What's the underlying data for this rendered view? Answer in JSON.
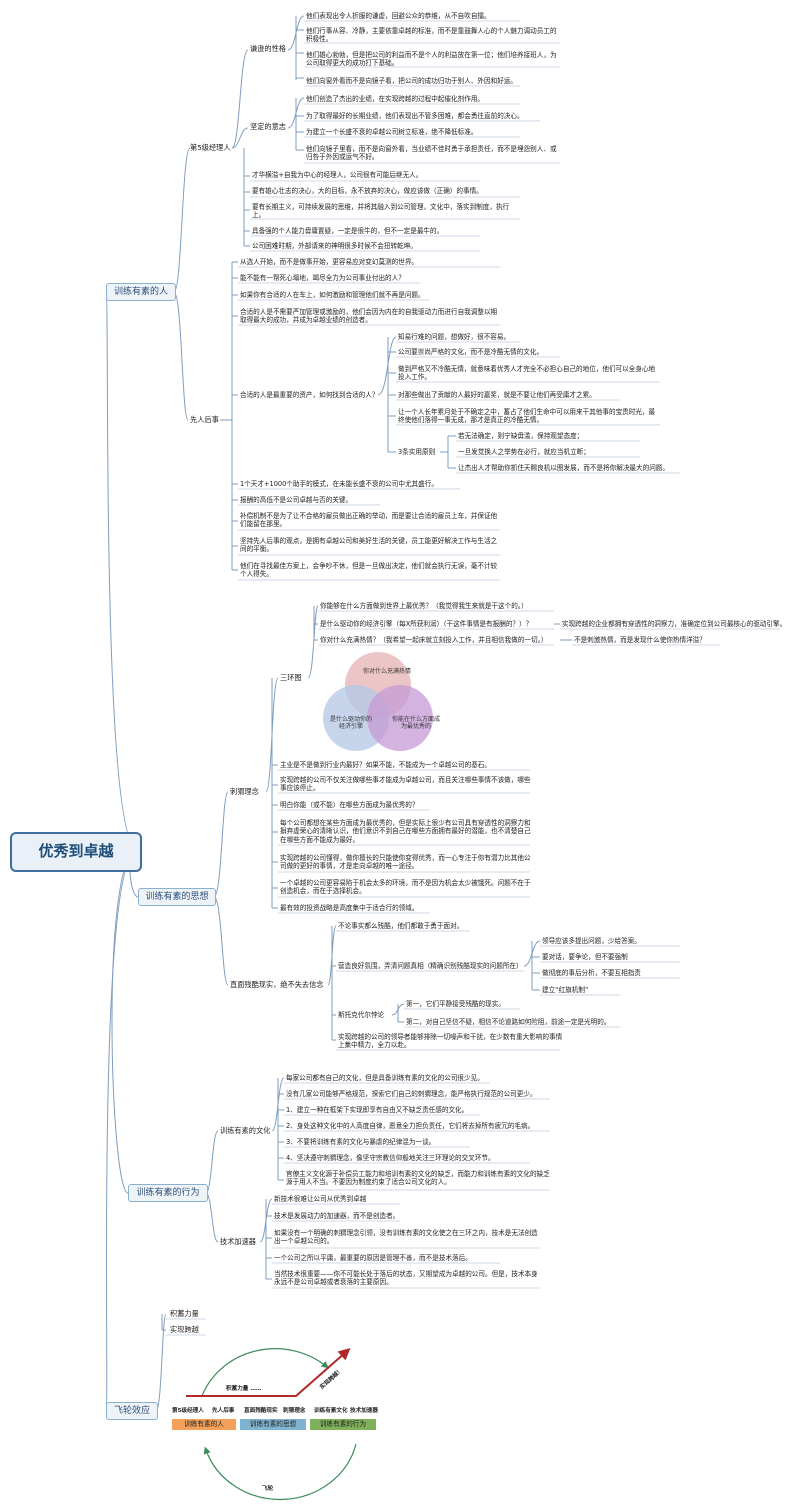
{
  "root": "优秀到卓越",
  "branches": {
    "b1": {
      "label": "训练有素的人",
      "l5": {
        "label": "第5级经理人",
        "modest": {
          "label": "谦逊的性格",
          "items": [
            "他们表现出令人折服的谦虚，回避公众的恭维，从不自吹自擂。",
            "他们行事从容、冷静，主要依靠卓越的标准，而不是靠鼓舞人心的个人魅力调动员工的积极性。",
            "他们雄心勃勃，但是把公司的利益而不是个人的利益放在第一位；他们培养接班人，为公司取得更大的成功打下基础。",
            "他们向窗外看而不是向镜子看，把公司的成功归功于别人、外因和好运。"
          ]
        },
        "will": {
          "label": "坚定的意志",
          "items": [
            "他们创造了杰出的业绩，在实现跨越的过程中起催化剂作用。",
            "为了取得最好的长期业绩，他们表现出不管多困难，都会勇往直前的决心。",
            "为建立一个长盛不衰的卓越公司树立标准，绝不降低标准。",
            "他们向镜子里看，而不是向窗外看，当业绩不佳时勇于承担责任，而不是埋怨别人、或归咎于外因或运气不好。"
          ]
        },
        "extra": [
          "才华横溢+自我为中心的经理人，公司很有可能后继无人。",
          "要有雄心壮志的决心，大的目标，永不放弃的决心，做应该做（正确）的事情。",
          "要有长期主义，可持续发展的思维，并将其融入到公司管理，文化中，落实到制度，执行上。",
          "具备强的个人能力毋庸置疑，一定是很牛的，但不一定是最牛的。",
          "公司困难时期，外部请来的神明很多时候不会扭转乾坤。"
        ]
      },
      "who": {
        "label": "先人后事",
        "pre": [
          "从选人开始，而不是做事开始，更容易应对变幻莫测的世界。",
          "能不能有一帮死心塌地，竭尽全力为公司事业付出的人？",
          "如果你有合适的人在车上，如何激励和管理他们就不再是问题。",
          "合适的人是不需要严加管理或激励的，他们会因为内在的自我驱动力而进行自我调整以期取得最大的成功，并成为卓越业绩的创造者。"
        ],
        "right": {
          "label": "合适的人是最重要的资产，如何找到合适的人？",
          "items": [
            "知易行难的问题，想做好，很不容易。",
            "公司要崇尚严格的文化，而不是冷酷无情的文化。",
            "做到严格又不冷酷无情，就意味着优秀人才完全不必担心自己的地位，他们可以全身心地投入工作。",
            "对那些做出了贡献的人最好的嘉奖，就是不要让他们再受庸才之累。",
            "让一个人长年累月处于不确定之中，蓄占了他们生命中可以用来干其他事的宝贵时光，最终使他们落得一事无成，那才是真正的冷酷无情。"
          ],
          "rules": {
            "label": "3条实用原则",
            "items": [
              "若无法确定，则宁缺毋滥，保持观望态度；",
              "一旦发觉换人之举势在必行，就应当机立断；",
              "让杰出人才帮助你抓住天赐良机以图发展，而不是将你解决最大的问题。"
            ]
          }
        },
        "post": [
          "1个天才+1000个助手的模式，在未能长盛不衰的公司中尤其盛行。",
          "报酬的高低不是公司卓越与否的关键。",
          "补偿机制不是为了让不合格的雇员做出正确的举动，而是要让合适的雇员上车，并保证他们能留在那里。",
          "坚持先人后事的观点，是拥有卓越公司和美好生活的关键，员工能更好解决工作与生活之间的平衡。",
          "他们在寻找最佳方案上，会争吵不休，但是一旦做出决定，他们就会执行无误，毫不计较个人得失。"
        ]
      }
    },
    "b2": {
      "label": "训练有素的思想",
      "hedgehog": {
        "label": "刺猬理念",
        "three": {
          "label": "三环图",
          "q1": "你能够在什么方面做到世界上最优秀？（我觉得我生来就是干这个的。）",
          "q2": "是什么驱动你的经济引擎（每X所获利润）（干这件事情是有报酬的？）？",
          "q2note": "实现跨越的企业都拥有穿透性的洞察力，准确定位到公司最核心的驱动引擎。",
          "q3": "你对什么充满热情？（我希望一起床就立刻投入工作，并且相信我做的一切。）",
          "q3note": "不是刺激热情，而是发现什么使你热情洋溢？",
          "venn_top": "你对什么充满热情",
          "venn_left": "是什么驱动你的经济引擎",
          "venn_right": "你能在什么方面成为最优秀的"
        },
        "items": [
          "主业是不是做到行业内最好？如果不能，不能成为一个卓越公司的基石。",
          "实现跨越的公司不仅关注做哪些事才能成为卓越公司，而且关注哪些事情不该做，哪些事应该停止。",
          "明白你能（或不能）在哪些方面成为最优秀的？",
          "每个公司都想在某些方面成为最优秀的，但是实际上很少有公司具有穿透性的洞察力和摒弃虚荣心的清晰认识，他们意识不到自己在哪些方面拥有最好的潜能，也不清楚自己在哪些方面不能成为最好。",
          "实现跨越的公司懂得，做你擅长的只能使你变得优秀，而一心专注于你有潜力比其他公司做的更好的事情，才是走向卓越的唯一途径。",
          "一个卓越的公司更容易陷于机会太多的环境，而不是因为机会太少被饿死。问题不在于创造机会，而在于选择机会。",
          "最有效的投资战略是高度集中于适合行的领域。"
        ]
      },
      "facts": {
        "label": "直面残酷现实，绝不失去信念",
        "items": [
          "不论事实都么残酷，他们都敢于勇于面对。"
        ],
        "truth": {
          "label": "营造良好氛围，弄清问题真相（精确识别残酷现实的问题所在）",
          "items": [
            "领导应该多提出问题，少给答案。",
            "要对话，要争论，但不要强制",
            "做彻底的事后分析，不要互相指责",
            "建立“红旗机制”"
          ]
        },
        "stock": {
          "label": "斯托克代尔悖论",
          "items": [
            "第一，它们平静接受残酷的现实。",
            "第二，对自己坚信不疑，相信不论道路如何险阻，前途一定是光明的。"
          ]
        },
        "last": "实现跨越的公司的领导者能够排除一切噪声和干扰，在少数有重大影响的事情上集中精力，全力以赴。"
      }
    },
    "b3": {
      "label": "训练有素的行为",
      "culture": {
        "label": "训练有素的文化",
        "items": [
          "每家公司都有自己的文化，但是具备训练有素的文化的公司很少见。",
          "没有几家公司能够严格规范，探索它们自己的刺猬理念，能严格执行规范的公司更少。",
          "1、建立一种在框架下实现即享有自由又不缺乏责任感的文化。",
          "2、身处这种文化中的人高度自律，愿意全力担负责任，它们将去掉所有疲冗的毛病。",
          "3、不要将训练有素的文化与暴虐的纪律混为一谈。",
          "4、坚决遵守刺猬理念，像坚守宗教信仰般地关注三环理论的交叉环节。",
          "官僚主义文化源于补偿员工能力和培训有素的文化的缺乏，而能力和训练有素的文化的缺乏源于用人不当。不要因为制度约束了适合公司文化的人。"
        ]
      },
      "tech": {
        "label": "技术加速器",
        "items": [
          "新技术很难让公司从优秀到卓越",
          "技术是发展动力的加速器，而不是创造者。",
          "如果没有一个明确的刺猬理念引领，没有训练有素的文化使之在三环之内，技术是无法创造出一个卓越公司的。",
          "一个公司之所以平庸，最重要的原因是管理不善，而不是技术落后。",
          "当然技术很重要——你不可能长处于落后的状态，又期望成为卓越的公司。但是，技术本身永远不是公司卓越或者衰落的主要原因。"
        ]
      }
    },
    "b4": {
      "label": "飞轮效应",
      "items": [
        "积蓄力量",
        "实现跨越"
      ],
      "diagram": {
        "accumulate": "积蓄力量 ……",
        "breakthrough": "实现跨越！",
        "heads": [
          "第5级经理人",
          "先人后事",
          "直面残酷现实",
          "刺猬理念",
          "训练有素文化",
          "技术加速器"
        ],
        "bars": [
          "训练有素的人",
          "训练有素的思想",
          "训练有素的行为"
        ],
        "bar_colors": [
          "#f2a05a",
          "#7fb3cf",
          "#7fb05a"
        ],
        "wheel": "飞轮"
      }
    }
  }
}
